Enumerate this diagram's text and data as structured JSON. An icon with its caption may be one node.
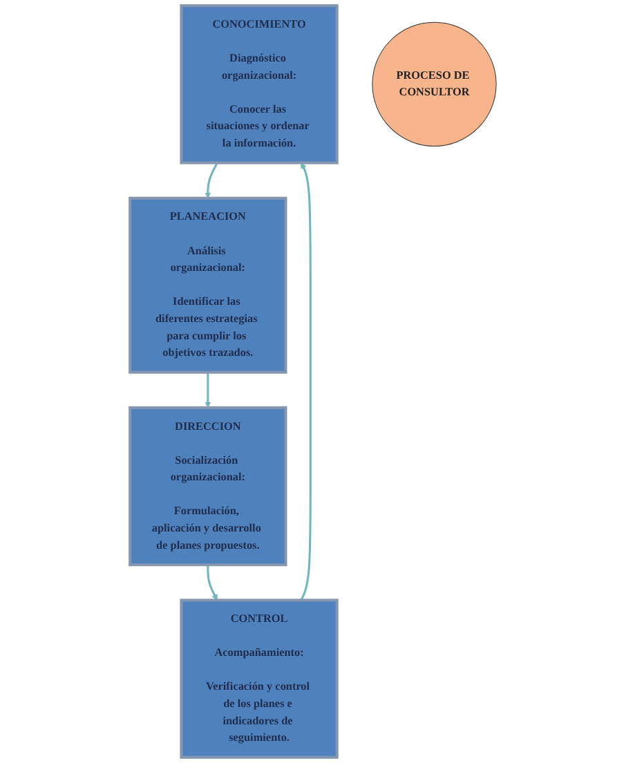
{
  "diagram": {
    "nodes": [
      {
        "text": [
          "CONOCIMIENTO",
          "Diagnóstico organizacional:",
          "Conocer las situaciones y ordenar la información."
        ]
      },
      {
        "text": [
          "PLANEACION",
          "Análisis organizacional:",
          "Identificar las diferentes estrategias para cumplir los objetivos trazados."
        ]
      },
      {
        "text": [
          "PROCESO DE CONSULTOR"
        ]
      },
      {
        "text": [
          "CONTROL",
          "Acompañamiento:",
          "Verificación y control de los planes e indicadores de seguimiento."
        ]
      },
      {
        "text": [
          "DIRECCION",
          "Socialización organizacional:",
          "Formulación, aplicación y desarrollo de planes propuestos."
        ]
      }
    ],
    "edges": [
      {
        "from": 0,
        "to": 1,
        "arrow": "to"
      },
      {
        "from": 1,
        "to": 4,
        "arrow": "to"
      },
      {
        "from": 4,
        "to": 3,
        "arrow": "to"
      },
      {
        "from": 3,
        "to": 0,
        "arrow": "to"
      }
    ]
  }
}
